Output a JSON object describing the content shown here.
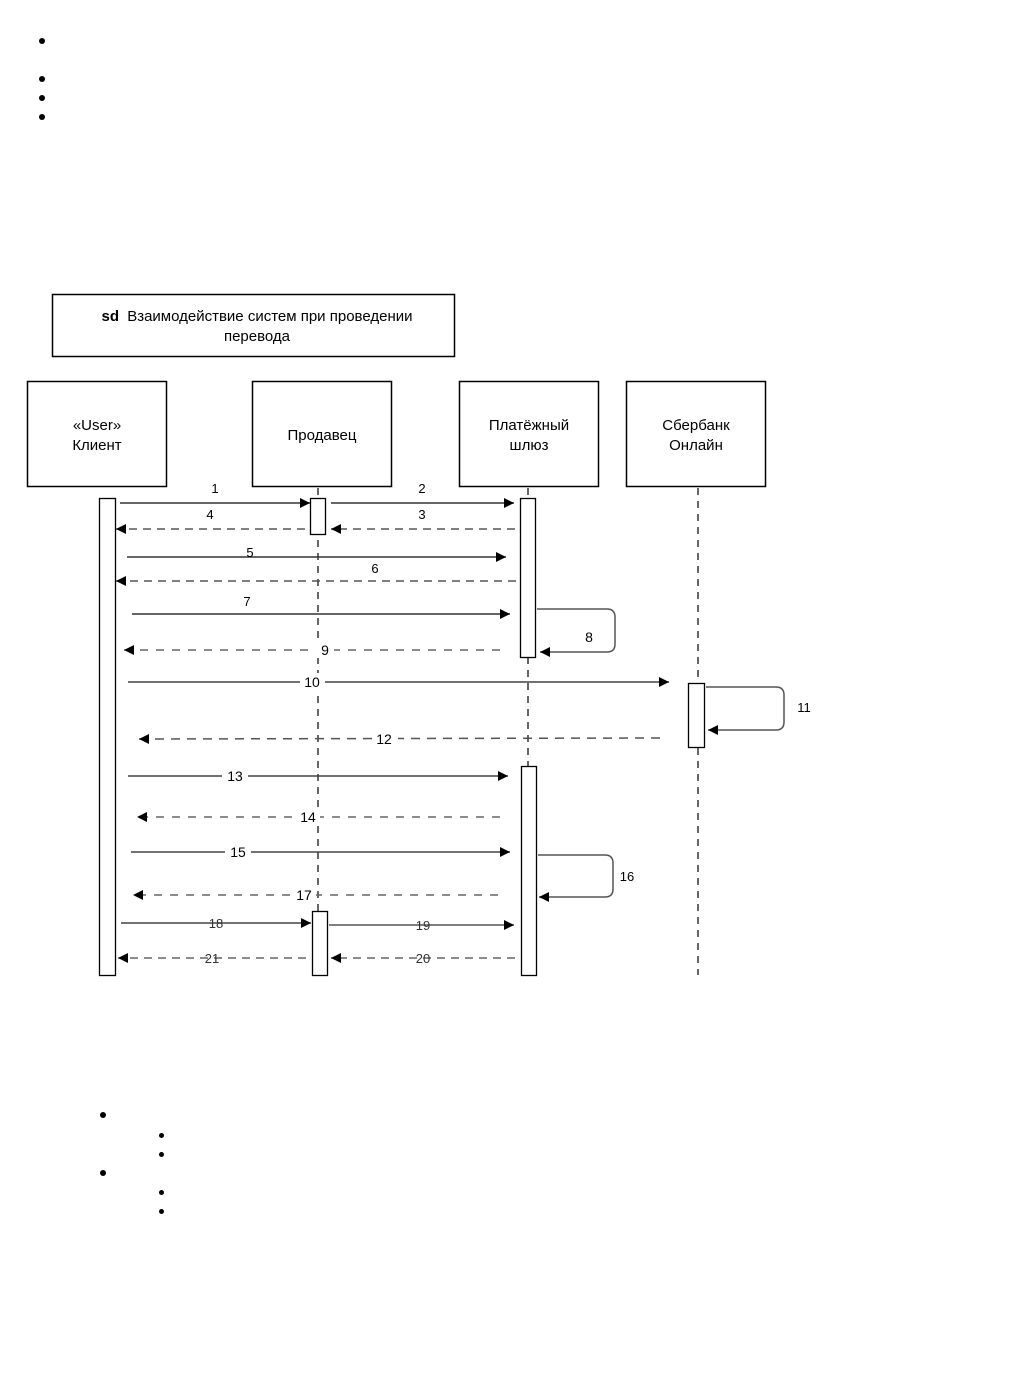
{
  "diagram": {
    "frame": {
      "keyword": "sd",
      "title_line1": "Взаимодействие систем при проведении",
      "title_line2": "перевода"
    },
    "lifelines": [
      {
        "id": "client",
        "label_line1": "«User»",
        "label_line2": "Клиент"
      },
      {
        "id": "seller",
        "label_line1": "Продавец",
        "label_line2": ""
      },
      {
        "id": "gateway",
        "label_line1": "Платёжный",
        "label_line2": "шлюз"
      },
      {
        "id": "sber",
        "label_line1": "Сбербанк",
        "label_line2": "Онлайн"
      }
    ],
    "messages": [
      {
        "number": "1",
        "from": "client",
        "to": "seller",
        "kind": "sync"
      },
      {
        "number": "2",
        "from": "seller",
        "to": "gateway",
        "kind": "sync"
      },
      {
        "number": "3",
        "from": "gateway",
        "to": "seller",
        "kind": "reply"
      },
      {
        "number": "4",
        "from": "seller",
        "to": "client",
        "kind": "reply"
      },
      {
        "number": "5",
        "from": "client",
        "to": "gateway",
        "kind": "sync"
      },
      {
        "number": "6",
        "from": "gateway",
        "to": "client",
        "kind": "reply"
      },
      {
        "number": "7",
        "from": "client",
        "to": "gateway",
        "kind": "sync"
      },
      {
        "number": "8",
        "from": "gateway",
        "to": "gateway",
        "kind": "self"
      },
      {
        "number": "9",
        "from": "gateway",
        "to": "client",
        "kind": "reply"
      },
      {
        "number": "10",
        "from": "client",
        "to": "sber",
        "kind": "sync"
      },
      {
        "number": "11",
        "from": "sber",
        "to": "sber",
        "kind": "self"
      },
      {
        "number": "12",
        "from": "sber",
        "to": "client",
        "kind": "reply"
      },
      {
        "number": "13",
        "from": "client",
        "to": "gateway",
        "kind": "sync"
      },
      {
        "number": "14",
        "from": "gateway",
        "to": "client",
        "kind": "reply"
      },
      {
        "number": "15",
        "from": "client",
        "to": "gateway",
        "kind": "sync"
      },
      {
        "number": "16",
        "from": "gateway",
        "to": "gateway",
        "kind": "self"
      },
      {
        "number": "17",
        "from": "gateway",
        "to": "client",
        "kind": "reply"
      },
      {
        "number": "18",
        "from": "client",
        "to": "seller",
        "kind": "sync"
      },
      {
        "number": "19",
        "from": "seller",
        "to": "gateway",
        "kind": "sync"
      },
      {
        "number": "20",
        "from": "gateway",
        "to": "seller",
        "kind": "reply"
      },
      {
        "number": "21",
        "from": "seller",
        "to": "client",
        "kind": "reply"
      }
    ]
  }
}
